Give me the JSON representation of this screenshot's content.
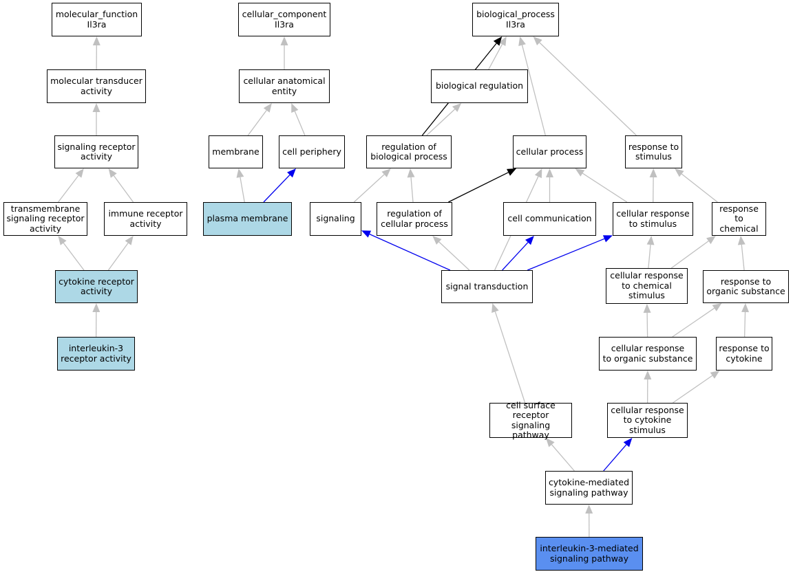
{
  "colors": {
    "default_fill": "#ffffff",
    "highlight_fill": "#add8e6",
    "query_fill": "#5a8ff0",
    "edge_gray": "#c0c0c0",
    "edge_blue": "#0000ee",
    "edge_black": "#000000"
  },
  "nodes": {
    "mf": {
      "label": "molecular_function\nIl3ra",
      "fill": "default"
    },
    "mta": {
      "label": "molecular transducer\nactivity",
      "fill": "default"
    },
    "sra": {
      "label": "signaling receptor\nactivity",
      "fill": "default"
    },
    "tsra": {
      "label": "transmembrane\nsignaling receptor\nactivity",
      "fill": "default"
    },
    "ira": {
      "label": "immune receptor\nactivity",
      "fill": "default"
    },
    "cra": {
      "label": "cytokine receptor\nactivity",
      "fill": "highlight"
    },
    "il3ra": {
      "label": "interleukin-3\nreceptor activity",
      "fill": "highlight"
    },
    "cc": {
      "label": "cellular_component\nIl3ra",
      "fill": "default"
    },
    "cae": {
      "label": "cellular anatomical\nentity",
      "fill": "default"
    },
    "membrane": {
      "label": "membrane",
      "fill": "default"
    },
    "cellper": {
      "label": "cell periphery",
      "fill": "default"
    },
    "pm": {
      "label": "plasma membrane",
      "fill": "highlight"
    },
    "bp": {
      "label": "biological_process\nIl3ra",
      "fill": "default"
    },
    "breg": {
      "label": "biological regulation",
      "fill": "default"
    },
    "rbp": {
      "label": "regulation of\nbiological process",
      "fill": "default"
    },
    "cp": {
      "label": "cellular process",
      "fill": "default"
    },
    "rts": {
      "label": "response to\nstimulus",
      "fill": "default"
    },
    "signaling": {
      "label": "signaling",
      "fill": "default"
    },
    "rcp": {
      "label": "regulation of\ncellular process",
      "fill": "default"
    },
    "ccomm": {
      "label": "cell communication",
      "fill": "default"
    },
    "crs": {
      "label": "cellular response\nto stimulus",
      "fill": "default"
    },
    "rtc": {
      "label": "response to\nchemical",
      "fill": "default"
    },
    "st": {
      "label": "signal transduction",
      "fill": "default"
    },
    "crcs": {
      "label": "cellular response\nto chemical\nstimulus",
      "fill": "default"
    },
    "rtos": {
      "label": "response to\norganic substance",
      "fill": "default"
    },
    "crtos": {
      "label": "cellular response\nto organic substance",
      "fill": "default"
    },
    "rtcy": {
      "label": "response to\ncytokine",
      "fill": "default"
    },
    "csrsp": {
      "label": "cell surface\nreceptor signaling\npathway",
      "fill": "default"
    },
    "crtcs": {
      "label": "cellular response\nto cytokine\nstimulus",
      "fill": "default"
    },
    "cmsp": {
      "label": "cytokine-mediated\nsignaling pathway",
      "fill": "default"
    },
    "il3msp": {
      "label": "interleukin-3-mediated\nsignaling pathway",
      "fill": "query"
    }
  },
  "edges": [
    {
      "from": "mta",
      "to": "mf",
      "type": "is_a"
    },
    {
      "from": "sra",
      "to": "mta",
      "type": "is_a"
    },
    {
      "from": "tsra",
      "to": "sra",
      "type": "is_a"
    },
    {
      "from": "ira",
      "to": "sra",
      "type": "is_a"
    },
    {
      "from": "cra",
      "to": "tsra",
      "type": "is_a"
    },
    {
      "from": "cra",
      "to": "ira",
      "type": "is_a"
    },
    {
      "from": "il3ra",
      "to": "cra",
      "type": "is_a"
    },
    {
      "from": "cae",
      "to": "cc",
      "type": "is_a"
    },
    {
      "from": "membrane",
      "to": "cae",
      "type": "is_a"
    },
    {
      "from": "cellper",
      "to": "cae",
      "type": "is_a"
    },
    {
      "from": "pm",
      "to": "membrane",
      "type": "is_a"
    },
    {
      "from": "pm",
      "to": "cellper",
      "type": "part_of"
    },
    {
      "from": "breg",
      "to": "bp",
      "type": "is_a"
    },
    {
      "from": "rbp",
      "to": "bp",
      "type": "regulates"
    },
    {
      "from": "rbp",
      "to": "breg",
      "type": "is_a"
    },
    {
      "from": "cp",
      "to": "bp",
      "type": "is_a"
    },
    {
      "from": "rts",
      "to": "bp",
      "type": "is_a"
    },
    {
      "from": "signaling",
      "to": "rbp",
      "type": "is_a"
    },
    {
      "from": "rcp",
      "to": "rbp",
      "type": "is_a"
    },
    {
      "from": "rcp",
      "to": "cp",
      "type": "regulates"
    },
    {
      "from": "ccomm",
      "to": "cp",
      "type": "is_a"
    },
    {
      "from": "crs",
      "to": "cp",
      "type": "is_a"
    },
    {
      "from": "crs",
      "to": "rts",
      "type": "is_a"
    },
    {
      "from": "rtc",
      "to": "rts",
      "type": "is_a"
    },
    {
      "from": "st",
      "to": "signaling",
      "type": "part_of"
    },
    {
      "from": "st",
      "to": "rcp",
      "type": "is_a"
    },
    {
      "from": "st",
      "to": "cp",
      "type": "is_a"
    },
    {
      "from": "st",
      "to": "ccomm",
      "type": "part_of"
    },
    {
      "from": "st",
      "to": "crs",
      "type": "part_of"
    },
    {
      "from": "crcs",
      "to": "crs",
      "type": "is_a"
    },
    {
      "from": "crcs",
      "to": "rtc",
      "type": "is_a"
    },
    {
      "from": "rtos",
      "to": "rtc",
      "type": "is_a"
    },
    {
      "from": "crtos",
      "to": "crcs",
      "type": "is_a"
    },
    {
      "from": "crtos",
      "to": "rtos",
      "type": "is_a"
    },
    {
      "from": "rtcy",
      "to": "rtos",
      "type": "is_a"
    },
    {
      "from": "csrsp",
      "to": "st",
      "type": "is_a"
    },
    {
      "from": "crtcs",
      "to": "crtos",
      "type": "is_a"
    },
    {
      "from": "crtcs",
      "to": "rtcy",
      "type": "is_a"
    },
    {
      "from": "cmsp",
      "to": "csrsp",
      "type": "is_a"
    },
    {
      "from": "cmsp",
      "to": "crtcs",
      "type": "part_of"
    },
    {
      "from": "il3msp",
      "to": "cmsp",
      "type": "is_a"
    }
  ]
}
